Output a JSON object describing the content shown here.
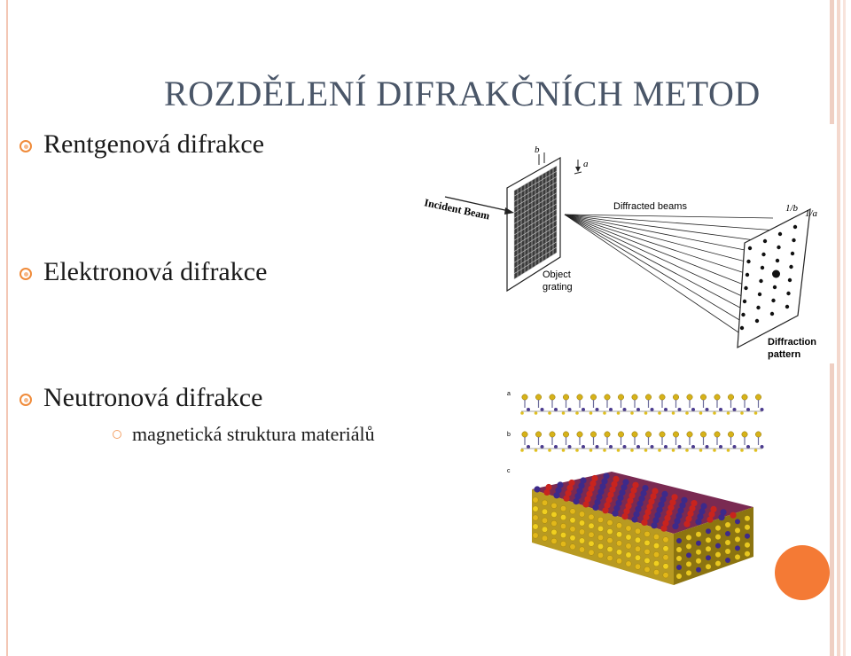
{
  "title": "ROZDĚLENÍ DIFRAKČNÍCH METOD",
  "bullets": [
    {
      "label": "Rentgenová difrakce"
    },
    {
      "label": "Elektronová difrakce"
    },
    {
      "label": "Neutronová difrakce",
      "sub": "magnetická struktura materiálů"
    }
  ],
  "diffraction_figure": {
    "incident": "Incident Beam",
    "diffracted": "Diffracted beams",
    "object1": "Object",
    "object2": "grating",
    "pattern1": "Diffraction",
    "pattern2": "pattern",
    "b": "b",
    "a": "a",
    "inv_b": "1/b",
    "inv_a": "1/a"
  },
  "structure_figure": {
    "label_a": "a",
    "label_b": "b",
    "label_c": "c"
  },
  "colors": {
    "accent": "#f08b3a",
    "title": "#4a5668",
    "circle": "#f47a35"
  }
}
